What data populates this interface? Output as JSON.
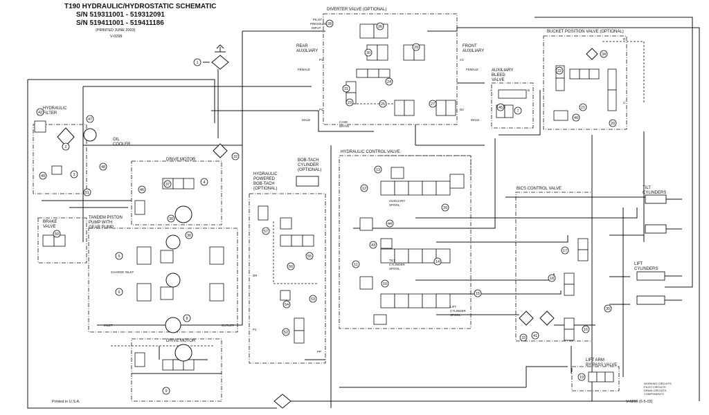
{
  "header": {
    "title": "T190 HYDRAULIC/HYDROSTATIC SCHEMATIC",
    "sn1": "S/N 519311001 - 519312091",
    "sn2": "S/N 519411001 - 519411186",
    "printed": "(PRINTED JUNE 2003)",
    "code": "V-0299"
  },
  "footer": {
    "printed_in": "Printed in U.S.A.",
    "code_right": "V-0299 (6-5-03)",
    "legend": [
      "WORKING CIRCUITS",
      "PILOT CIRCUITS",
      "DRAIN CIRCUITS",
      "COMPONENTS"
    ]
  },
  "labels": {
    "diverter": "DIVERTER VALVE (OPTIONAL)",
    "pilot": [
      "PILOT",
      "PRESSURE",
      "INPUT"
    ],
    "rear_aux": [
      "REAR",
      "AUXILIARY"
    ],
    "front_aux": [
      "FRONT",
      "AUXILIARY"
    ],
    "female": "FEMALE",
    "male": "MALE",
    "case_drain": [
      "CASE",
      "DRAIN"
    ],
    "aux_bleed": [
      "AUXILIARY",
      "BLEED",
      "VALVE"
    ],
    "bucket_pos": "BUCKET POSITION VALVE (OPTIONAL)",
    "hyd_filter": [
      "HYDRAULIC",
      "FILTER"
    ],
    "oil_cooler": [
      "OIL",
      "COOLER"
    ],
    "drive_motor": "DRIVE MOTOR",
    "brake": [
      "BRAKE",
      "VALVE"
    ],
    "tandem": [
      "TANDEM PISTON",
      "PUMP WITH",
      "GEAR PUMP"
    ],
    "charge_inlet": "CHARGE INLET",
    "inlet": "INLET",
    "outlet": "OUTLET",
    "bobtach_cyl": [
      "BOB-TACH",
      "CYLINDER",
      "(OPTIONAL)"
    ],
    "hyd_powered": [
      "HYDRAULIC",
      "POWERED",
      "BOB-TACH",
      "(OPTIONAL)"
    ],
    "hcv": "HYDRAULIC CONTROL VALVE",
    "aux_spool": [
      "AUXILIARY",
      "SPOOL"
    ],
    "tilt_spool": [
      "TILT",
      "CYLINDER",
      "SPOOL"
    ],
    "lift_spool": [
      "LIFT",
      "CYLINDER",
      "SPOOL"
    ],
    "bics": "BICS CONTROL VALVE",
    "tilt_cyl": [
      "TILT",
      "CYLINDERS"
    ],
    "lift_cyl": [
      "LIFT",
      "CYLINDERS"
    ],
    "lift_arm": [
      "LIFT ARM",
      "BY PASS VALVE"
    ],
    "ports": {
      "p1": "P1",
      "p2": "P2",
      "c1": "C1",
      "c2": "C2",
      "d1": "D1",
      "d2": "D2",
      "a": "A",
      "b": "B",
      "c": "C",
      "d": "D",
      "t": "T",
      "p": "P",
      "dr": "DR",
      "pp": "PP"
    }
  },
  "callouts": [
    "1",
    "2",
    "3",
    "4",
    "5",
    "6",
    "7",
    "8",
    "9",
    "10",
    "11",
    "12",
    "13",
    "14",
    "15",
    "16",
    "17",
    "18",
    "19",
    "20",
    "21",
    "22",
    "23",
    "24",
    "25",
    "26",
    "27",
    "28",
    "29",
    "30",
    "31",
    "32",
    "33",
    "34",
    "35",
    "36",
    "37",
    "38",
    "39",
    "40",
    "41",
    "42",
    "43",
    "44",
    "45",
    "46",
    "47",
    "48",
    "49",
    "50",
    "51",
    "52",
    "53",
    "54",
    "55",
    "56",
    "57"
  ]
}
